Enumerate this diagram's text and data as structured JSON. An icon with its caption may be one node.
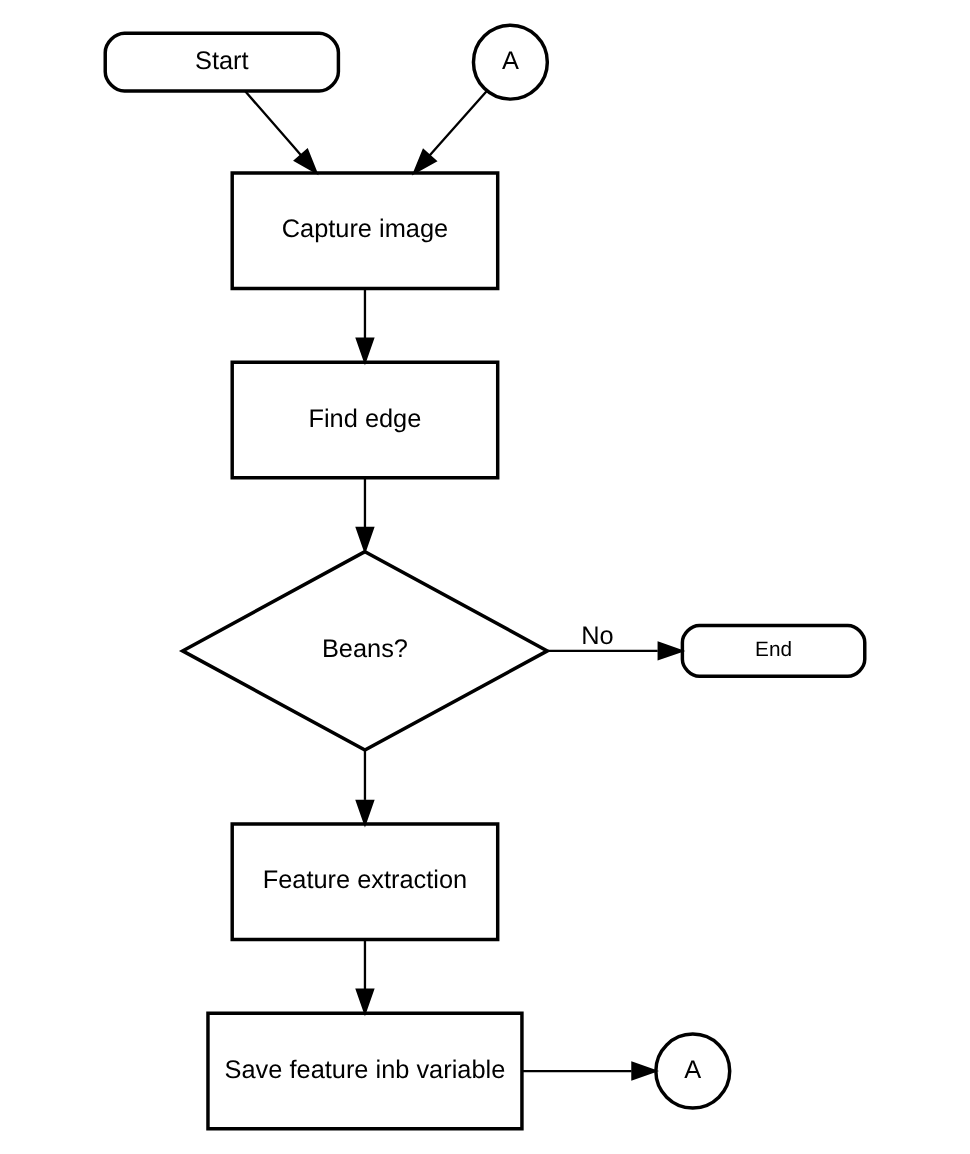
{
  "diagram": {
    "nodes": [
      {
        "text": [
          "Start"
        ]
      },
      {
        "text": [
          "A"
        ]
      },
      {
        "text": [
          "Capture image"
        ]
      },
      {
        "text": [
          "Find edge"
        ]
      },
      {
        "text": [
          "Beans?"
        ]
      },
      {
        "text": [
          "End"
        ]
      },
      {
        "text": [
          "Feature extraction"
        ]
      },
      {
        "text": [
          "Save feature inb variable"
        ]
      },
      {
        "text": [
          "A"
        ]
      }
    ],
    "edges": [
      {
        "from": 0,
        "to": 2,
        "arrow": "to"
      },
      {
        "from": 1,
        "to": 2,
        "arrow": "to"
      },
      {
        "from": 2,
        "to": 3,
        "arrow": "to"
      },
      {
        "from": 3,
        "to": 4,
        "arrow": "to"
      },
      {
        "from": 4,
        "to": 5,
        "arrow": "to",
        "label": "No"
      },
      {
        "from": 4,
        "to": 6,
        "arrow": "to"
      },
      {
        "from": 6,
        "to": 7,
        "arrow": "to"
      },
      {
        "from": 7,
        "to": 8,
        "arrow": "to"
      }
    ]
  }
}
